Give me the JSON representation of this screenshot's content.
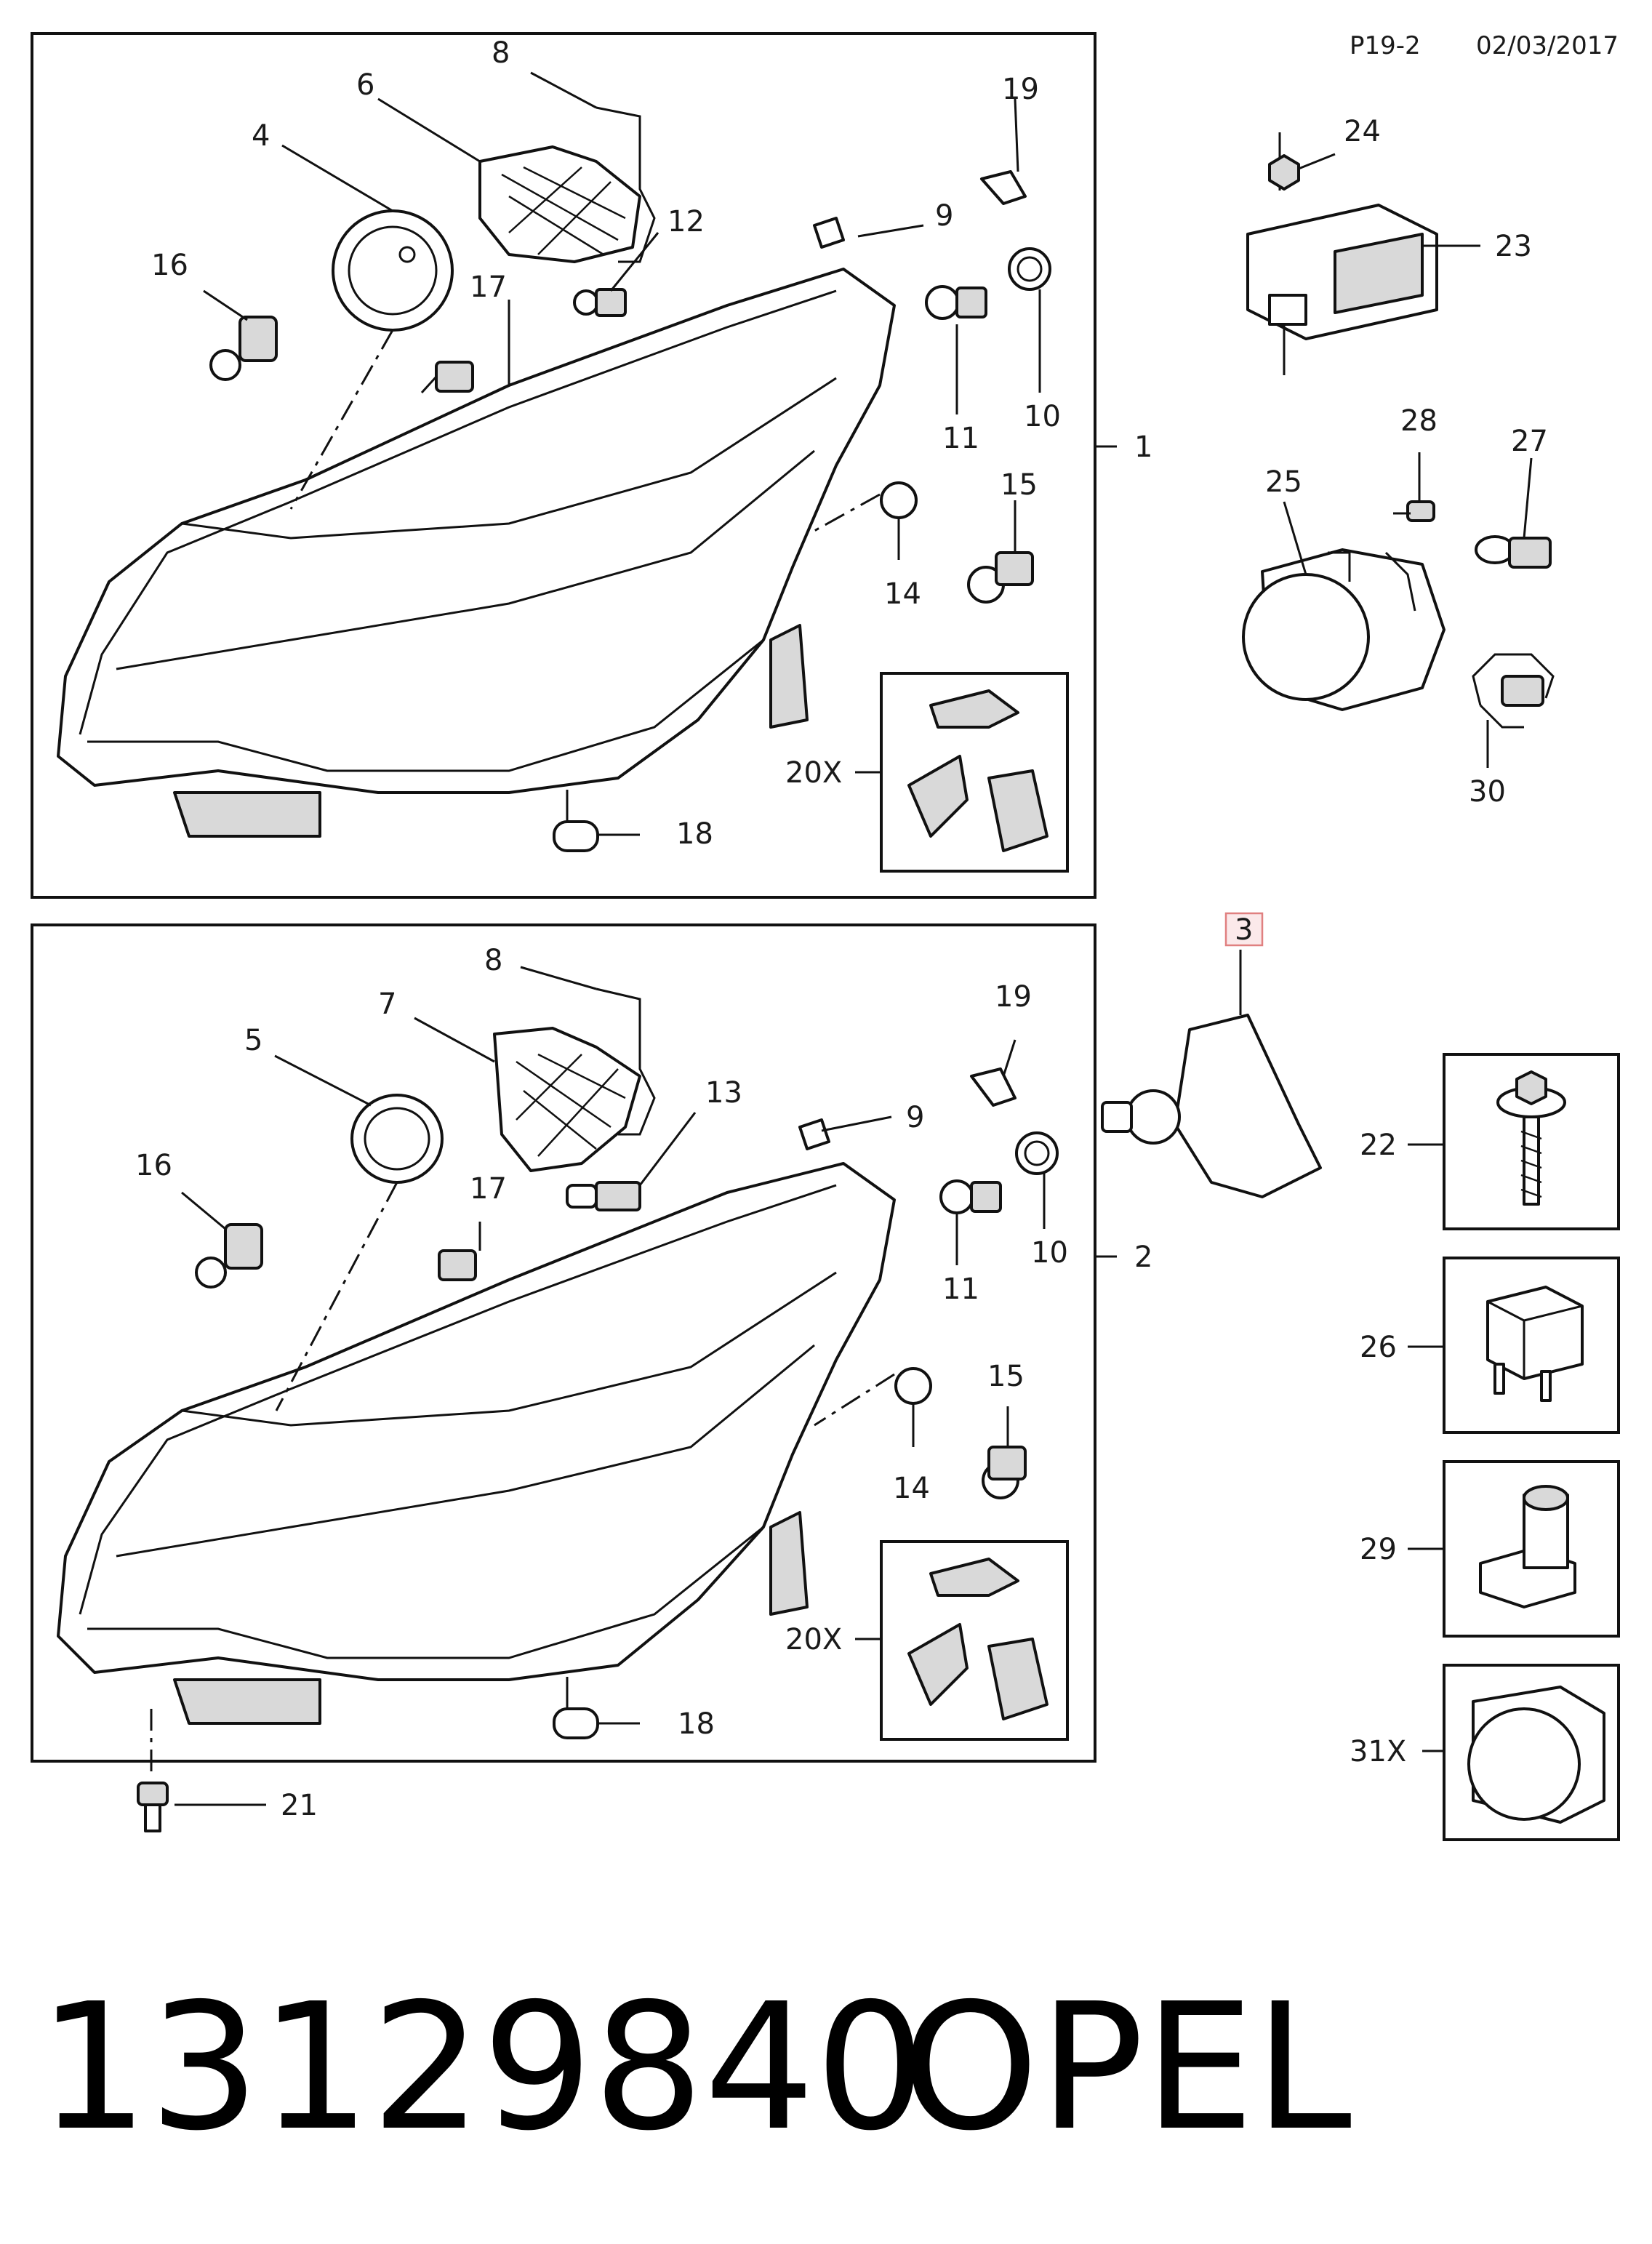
{
  "header": {
    "page_ref": "P19-2",
    "date": "02/03/2017"
  },
  "footer": {
    "part_number": "13129840",
    "brand": "OPEL"
  },
  "assemblies": {
    "upper": "1",
    "lower": "2"
  },
  "highlight": {
    "label": "3",
    "color": "#e08080"
  },
  "callouts": {
    "u4": "4",
    "u6": "6",
    "u8": "8",
    "u9": "9",
    "u10": "10",
    "u11": "11",
    "u12": "12",
    "u14": "14",
    "u15": "15",
    "u16": "16",
    "u17": "17",
    "u18": "18",
    "u19": "19",
    "u20x": "20X",
    "l5": "5",
    "l7": "7",
    "l8": "8",
    "l9": "9",
    "l10": "10",
    "l11": "11",
    "l13": "13",
    "l14": "14",
    "l15": "15",
    "l16": "16",
    "l17": "17",
    "l18": "18",
    "l19": "19",
    "l20x": "20X",
    "l21": "21",
    "r22": "22",
    "r23": "23",
    "r24": "24",
    "r25": "25",
    "r26": "26",
    "r27": "27",
    "r28": "28",
    "r29": "29",
    "r30": "30",
    "r31x": "31X"
  },
  "icons": [
    "headlamp",
    "bulb",
    "bulb-socket",
    "ventilation-grille",
    "dust-cap",
    "leveling-motor",
    "control-module",
    "fog-lamp",
    "screw",
    "relay",
    "connector-clip",
    "wiring-harness"
  ]
}
